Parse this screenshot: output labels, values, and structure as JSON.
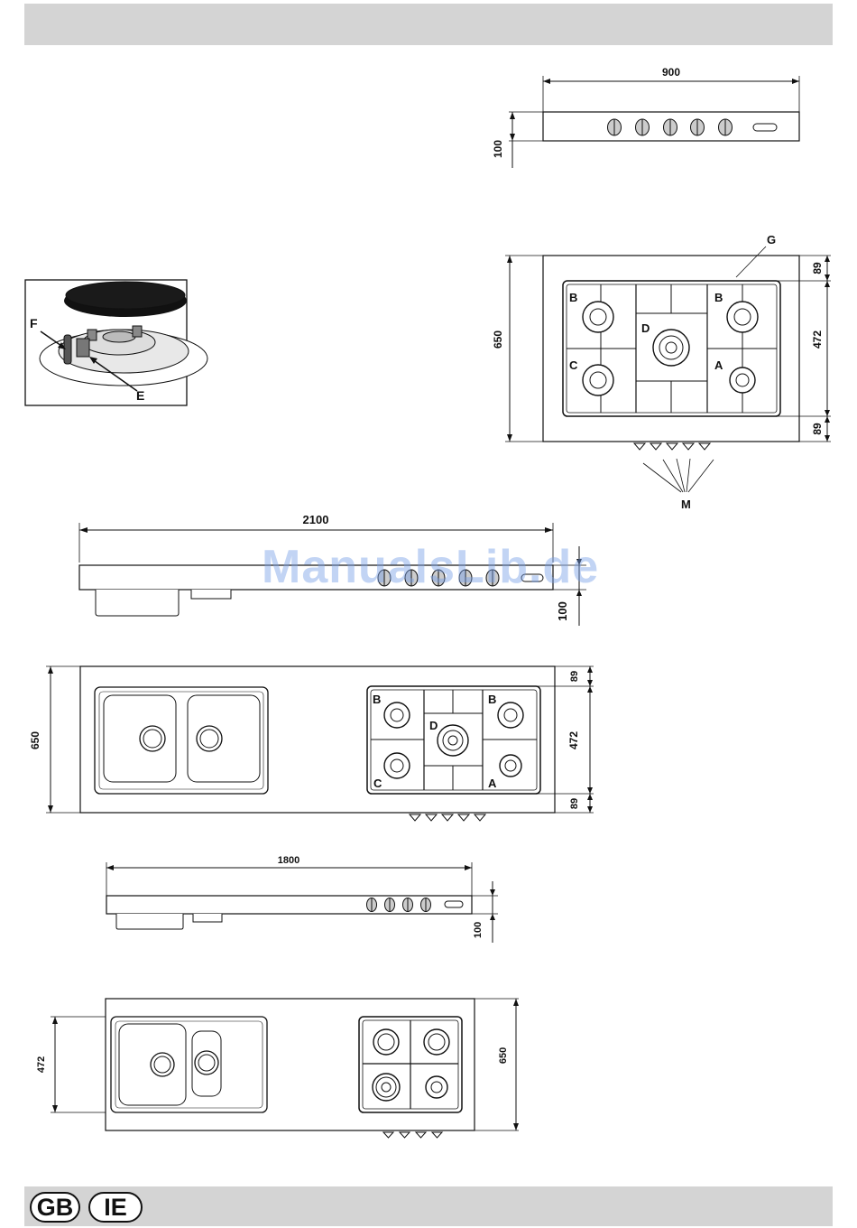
{
  "header": {
    "band_color": "#d4d4d4"
  },
  "footer": {
    "badges": [
      "GB",
      "IE"
    ]
  },
  "watermark": "ManualsLib.de",
  "fig_hob_side": {
    "width": "900",
    "height": "100"
  },
  "fig_burner": {
    "label_f": "F",
    "label_e": "E"
  },
  "fig_hob_top": {
    "label_g": "G",
    "depth": "650",
    "margin_top": "89",
    "grid_depth": "472",
    "margin_bottom": "89",
    "label_m": "M",
    "burners": {
      "b_left": "B",
      "b_right": "B",
      "d": "D",
      "c": "C",
      "a": "A"
    }
  },
  "fig_2100_side": {
    "width": "2100",
    "height": "100"
  },
  "fig_2100_top": {
    "depth": "650",
    "margin_top": "89",
    "grid_depth": "472",
    "margin_bottom": "89",
    "burners": {
      "b_left": "B",
      "b_right": "B",
      "d": "D",
      "c": "C",
      "a": "A"
    }
  },
  "fig_1800_side": {
    "width": "1800",
    "height": "100"
  },
  "fig_1800_top": {
    "inner_depth": "472",
    "depth": "650"
  }
}
